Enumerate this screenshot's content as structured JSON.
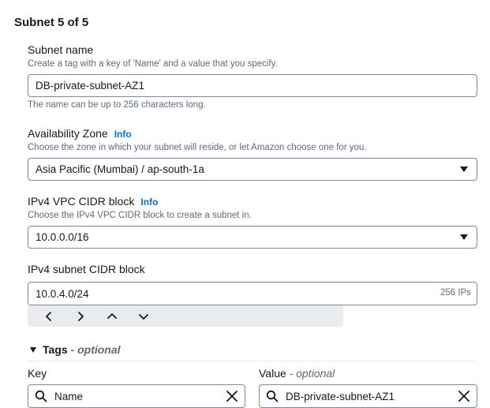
{
  "section": {
    "title": "Subnet 5 of 5"
  },
  "subnet_name": {
    "label": "Subnet name",
    "description": "Create a tag with a key of 'Name' and a value that you specify.",
    "value": "DB-private-subnet-AZ1",
    "constraint": "The name can be up to 256 characters long."
  },
  "availability_zone": {
    "label": "Availability Zone",
    "info": "Info",
    "description": "Choose the zone in which your subnet will reside, or let Amazon choose one for you.",
    "selected": "Asia Pacific (Mumbai) / ap-south-1a"
  },
  "vpc_cidr": {
    "label": "IPv4 VPC CIDR block",
    "info": "Info",
    "description": "Choose the IPv4 VPC CIDR block to create a subnet in.",
    "selected": "10.0.0.0/16"
  },
  "subnet_cidr": {
    "label": "IPv4 subnet CIDR block",
    "value": "10.0.4.0/24",
    "ip_count": "256 IPs"
  },
  "tags": {
    "title": "Tags",
    "optional": "optional",
    "separator": " - ",
    "key_label": "Key",
    "value_label": "Value",
    "key_value": "Name",
    "value_value": "DB-private-subnet-AZ1"
  },
  "colors": {
    "link": "#0972d3",
    "text": "#16191f",
    "muted": "#5f6b7a",
    "border": "#7d8998",
    "stepper_bg": "#e9ebed"
  },
  "icons": [
    "caret-down-icon",
    "chevron-left-icon",
    "chevron-right-icon",
    "chevron-up-icon",
    "chevron-down-icon",
    "search-icon",
    "close-icon"
  ]
}
